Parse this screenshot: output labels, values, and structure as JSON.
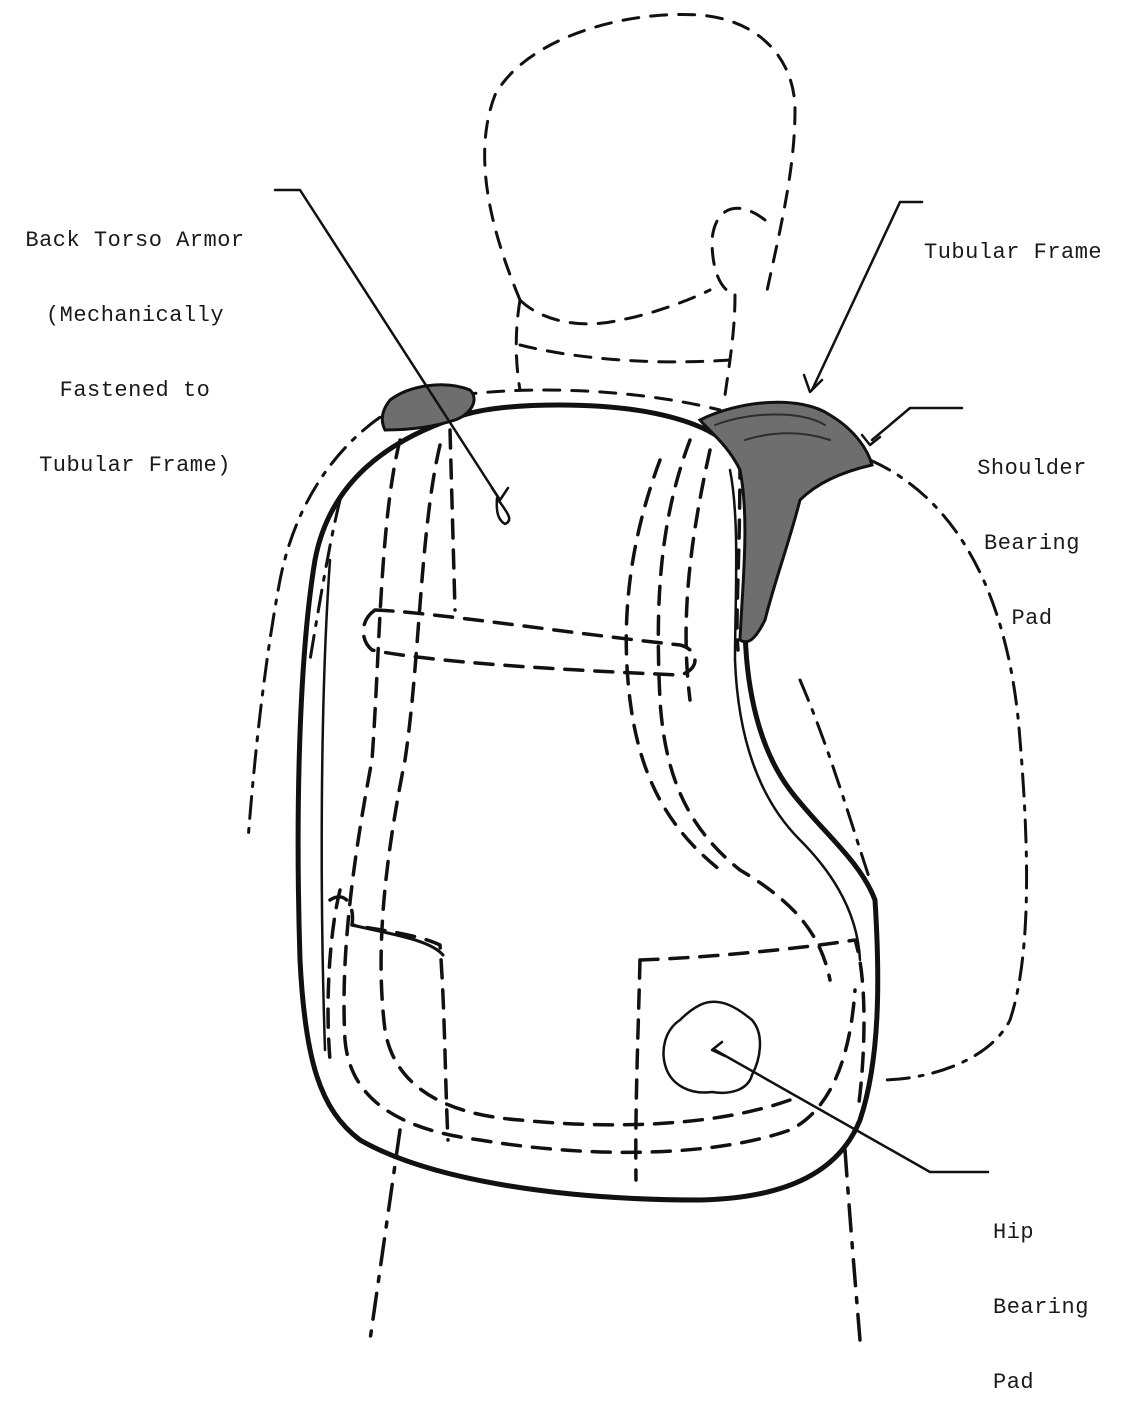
{
  "labels": {
    "back_torso_armor": [
      "Back Torso Armor",
      "(Mechanically",
      "Fastened to",
      "Tubular Frame)"
    ],
    "tubular_frame": [
      "Tubular Frame"
    ],
    "shoulder_bearing_pad": [
      "Shoulder",
      "Bearing",
      "Pad"
    ],
    "hip_bearing_pad": [
      "Hip",
      "Bearing",
      "Pad"
    ]
  },
  "colors": {
    "ink": "#111111",
    "pad_shading": "#6e6e6e",
    "background": "#ffffff"
  }
}
